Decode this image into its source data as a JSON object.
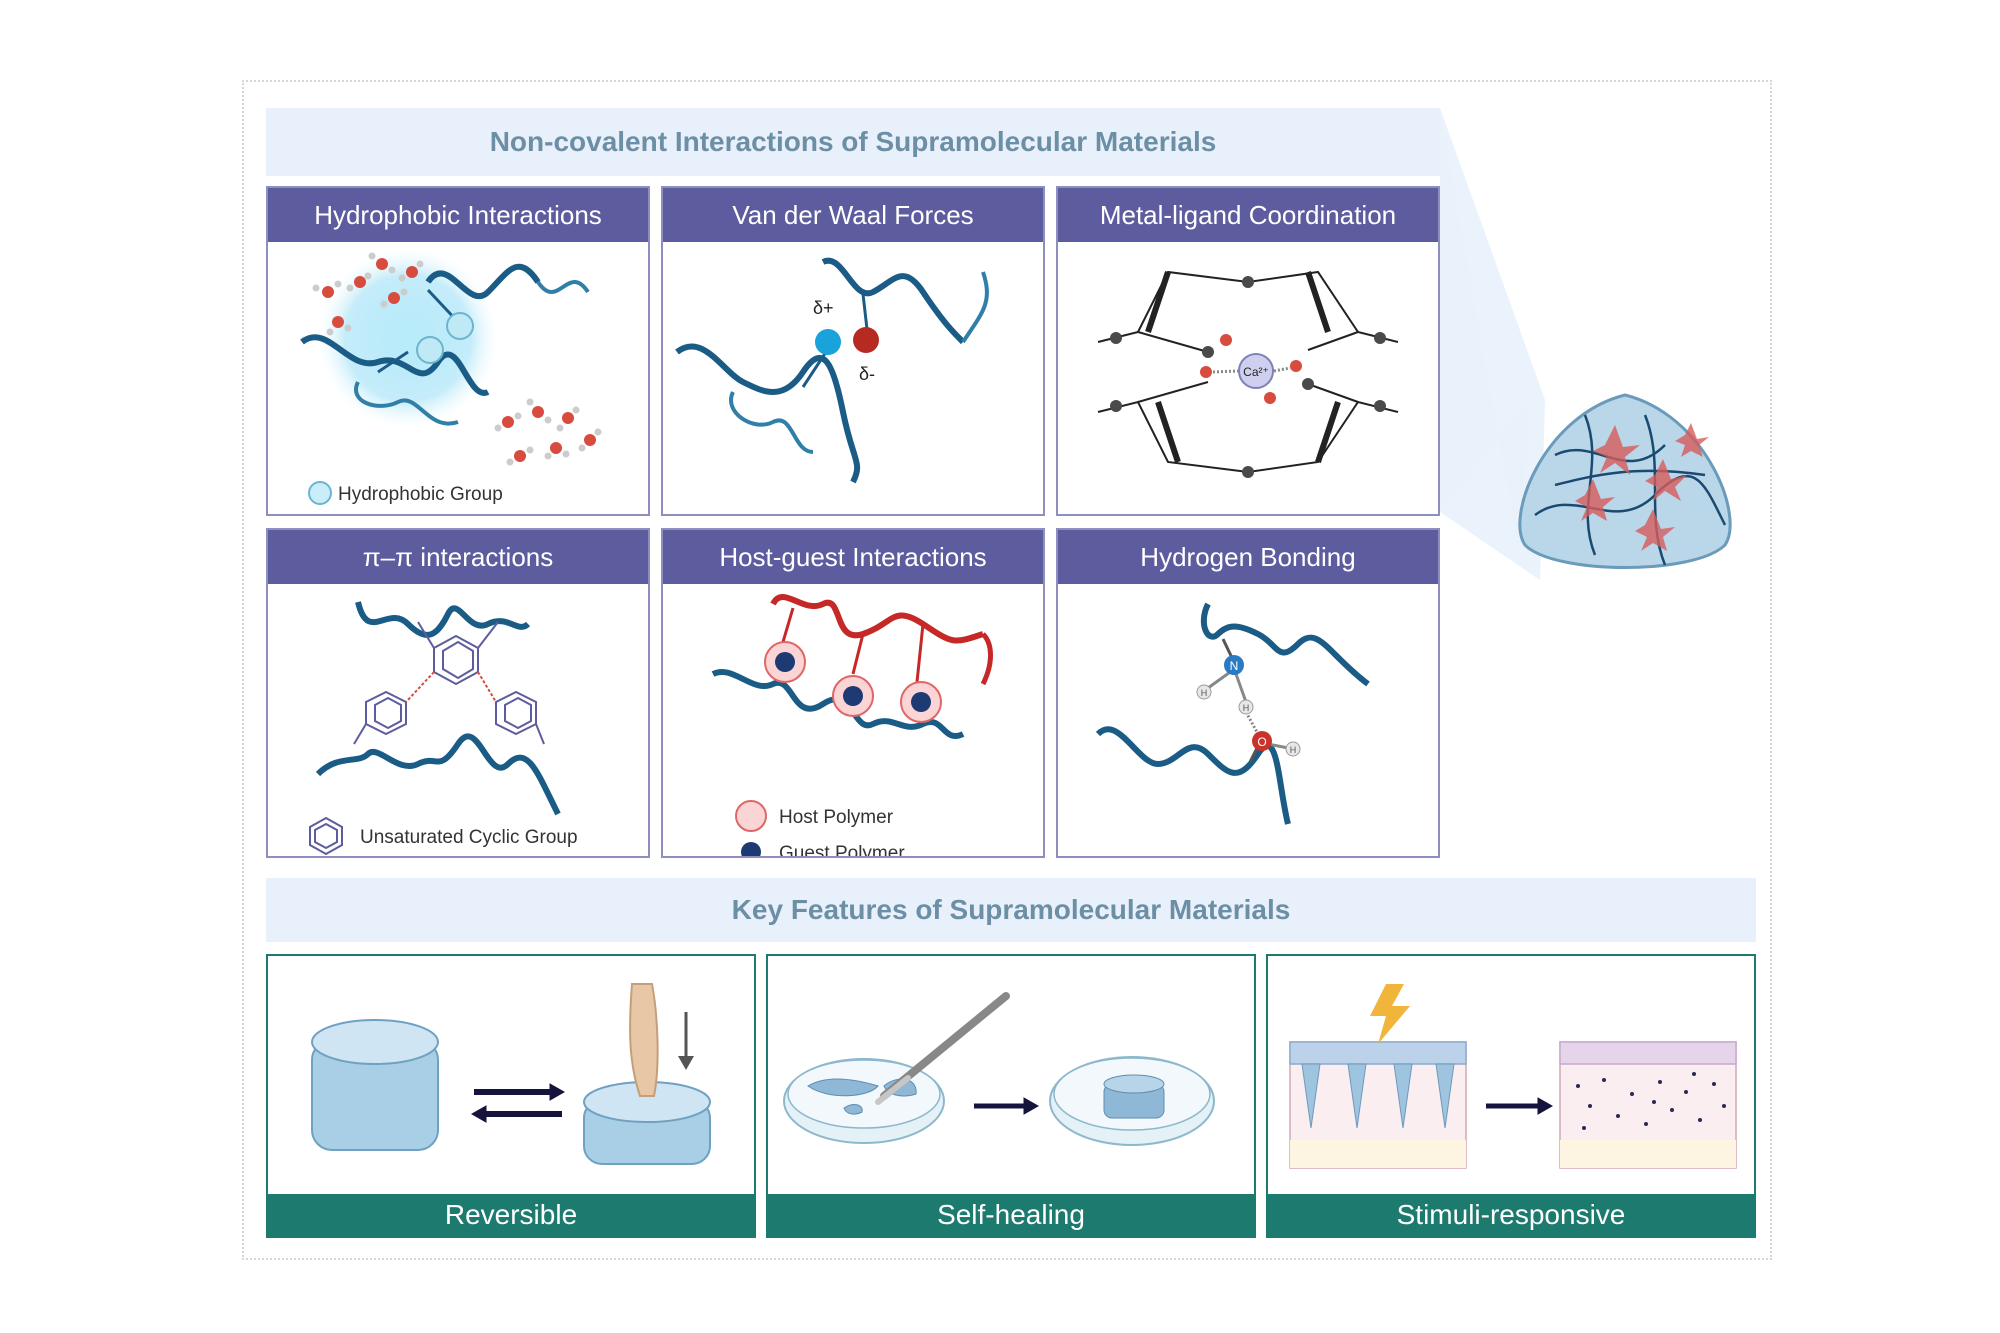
{
  "top_banner": {
    "title": "Non-covalent Interactions of Supramolecular Materials"
  },
  "interactions": [
    {
      "title": "Hydrophobic Interactions",
      "legend": "Hydrophobic Group"
    },
    {
      "title": "Van der Waal Forces",
      "delta_plus": "δ+",
      "delta_minus": "δ-"
    },
    {
      "title": "Metal-ligand Coordination",
      "ion": "Ca²⁺"
    },
    {
      "title": "π–π interactions",
      "legend": "Unsaturated Cyclic Group"
    },
    {
      "title": "Host-guest Interactions",
      "legend_host": "Host Polymer",
      "legend_guest": "Guest Polymer"
    },
    {
      "title": "Hydrogen Bonding",
      "atom_n": "N",
      "atom_o": "O",
      "atom_h": "H"
    }
  ],
  "bottom_banner": {
    "title": "Key Features of Supramolecular Materials"
  },
  "features": [
    {
      "label": "Reversible"
    },
    {
      "label": "Self-healing"
    },
    {
      "label": "Stimuli-responsive"
    }
  ],
  "colors": {
    "panel_header": "#5d5c9e",
    "panel_border": "#8e8fbf",
    "feature_bar": "#1d7a6f",
    "banner_bg": "#e8f1fb",
    "banner_text": "#6c8fa6",
    "polymer_chain": "#1b5c86",
    "host_chain": "#c62828"
  }
}
